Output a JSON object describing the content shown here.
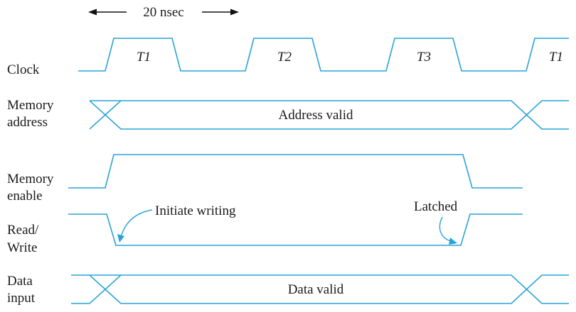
{
  "timing": {
    "period_label": "20 nsec"
  },
  "signals": {
    "clock": {
      "label": "Clock",
      "states": [
        "T1",
        "T2",
        "T3",
        "T1"
      ]
    },
    "memory_address": {
      "label_line1": "Memory",
      "label_line2": "address",
      "text": "Address valid"
    },
    "memory_enable": {
      "label_line1": "Memory",
      "label_line2": "enable"
    },
    "read_write": {
      "label_line1": "Read/",
      "label_line2": "Write",
      "annotation_start": "Initiate writing",
      "annotation_end": "Latched"
    },
    "data_input": {
      "label_line1": "Data",
      "label_line2": "input",
      "text": "Data valid"
    }
  },
  "colors": {
    "waveform": "#29a3d6",
    "text": "#1a1a1a"
  }
}
